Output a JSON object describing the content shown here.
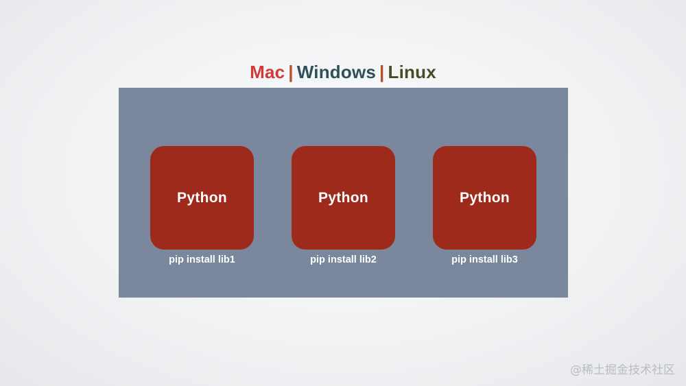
{
  "title": {
    "mac": "Mac",
    "separator1": "|",
    "windows": "Windows",
    "separator2": "|",
    "linux": "Linux"
  },
  "environments": [
    {
      "label": "Python",
      "caption": "pip install lib1"
    },
    {
      "label": "Python",
      "caption": "pip install lib2"
    },
    {
      "label": "Python",
      "caption": "pip install lib3"
    }
  ],
  "watermark": "@稀土掘金技术社区",
  "colors": {
    "mac": "#cf3a35",
    "windows": "#2f4f59",
    "linux": "#4a4a26",
    "panel": "#7a879d",
    "python_box": "#9e2a1c"
  }
}
